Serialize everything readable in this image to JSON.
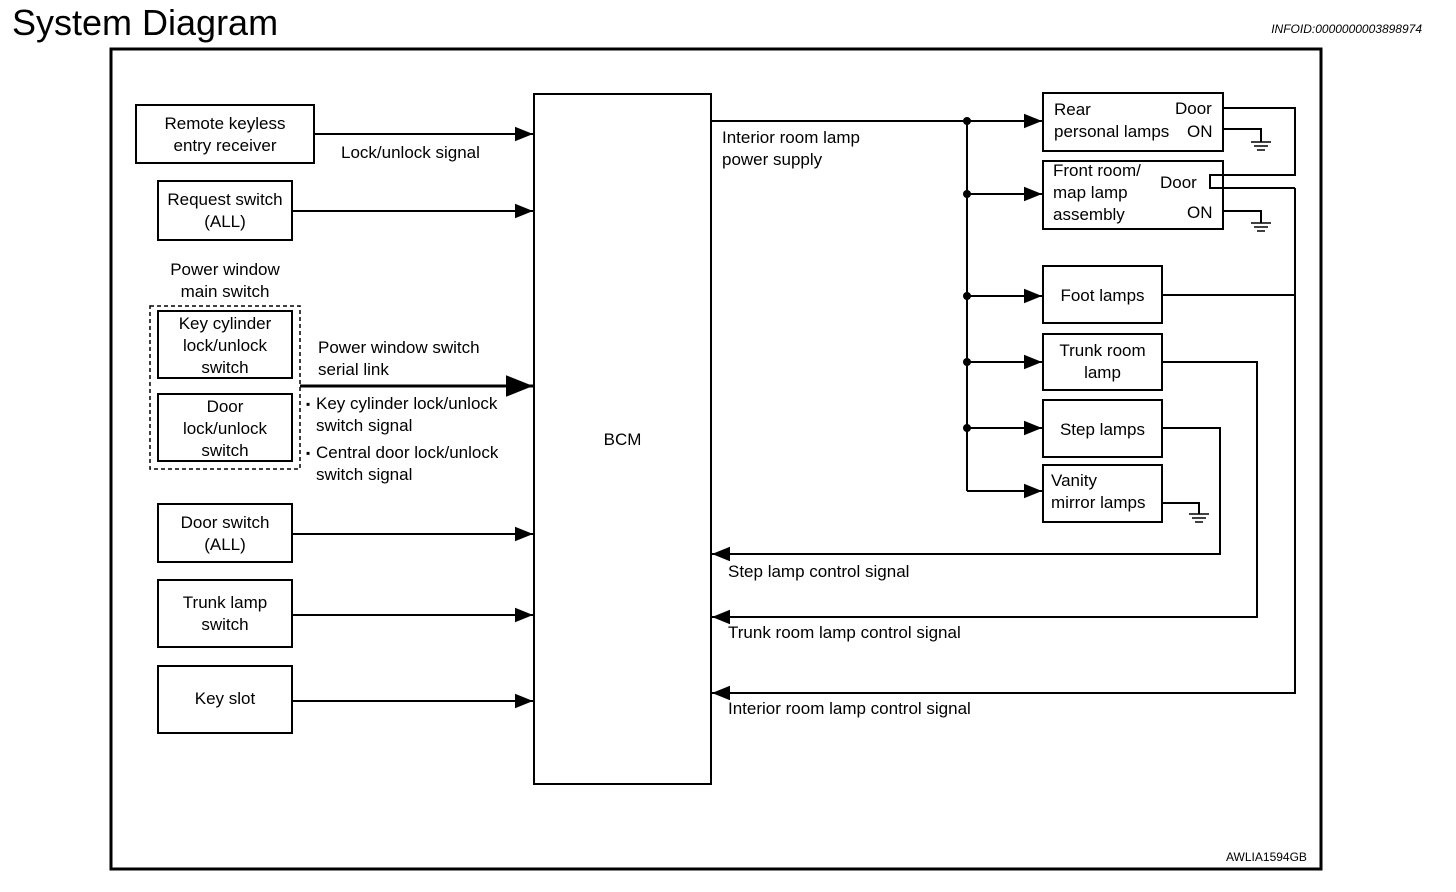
{
  "header": {
    "title": "System Diagram",
    "info_id": "INFOID:0000000003898974"
  },
  "figure_code": "AWLIA1594GB",
  "inputs": {
    "remote_keyless": "Remote keyless\nentry receiver",
    "request_switch": "Request switch\n(ALL)",
    "pw_main_switch_label": "Power window\nmain switch",
    "key_cylinder_switch": "Key cylinder\nlock/unlock\nswitch",
    "door_lock_switch": "Door\nlock/unlock\nswitch",
    "door_switch": "Door switch\n(ALL)",
    "trunk_lamp_switch": "Trunk lamp\nswitch",
    "key_slot": "Key slot"
  },
  "signals": {
    "lock_unlock": "Lock/unlock signal",
    "pw_serial_link": "Power window switch\nserial link",
    "key_cyl_signal": "Key cylinder lock/unlock\nswitch signal",
    "central_door_signal": "Central door lock/unlock\nswitch signal",
    "bullet": "▪",
    "interior_power": "Interior room lamp\npower supply",
    "step_control": "Step lamp control signal",
    "trunk_control": "Trunk room lamp control signal",
    "interior_control": "Interior room lamp control signal"
  },
  "bcm": {
    "label": "BCM"
  },
  "outputs": {
    "rear_personal": "Rear\npersonal lamps",
    "rear_door": "Door",
    "rear_on": "ON",
    "front_room": "Front room/\nmap lamp\nassembly",
    "front_door": "Door",
    "front_on": "ON",
    "foot": "Foot lamps",
    "trunk_room": "Trunk room\nlamp",
    "step": "Step lamps",
    "vanity": "Vanity\nmirror lamps"
  }
}
